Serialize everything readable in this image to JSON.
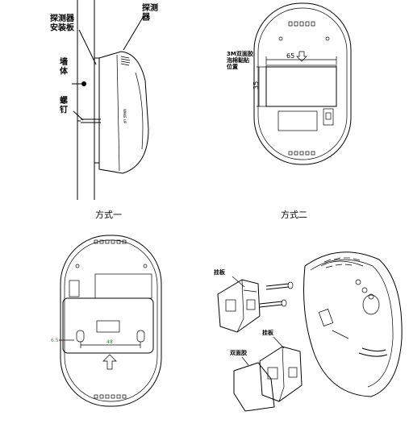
{
  "panel_top_left": {
    "label_detector": "探测\n器",
    "label_mount_plate": "探测器\n安装板",
    "label_wall": "墙\n体",
    "label_screw": "螺\n钉",
    "caption": "方式一"
  },
  "panel_top_right": {
    "label_tape_position": "3M双面胶\n泡棉黏贴\n位置",
    "dim_width": "65",
    "dim_height": "35",
    "caption": "方式二"
  },
  "panel_bottom_left": {
    "dim_small": "6.5",
    "dim_spacing": "48"
  },
  "panel_bottom_right": {
    "label_hook_plate_1": "挂板",
    "label_hook_plate_2": "挂板",
    "label_tape": "双面胶"
  }
}
